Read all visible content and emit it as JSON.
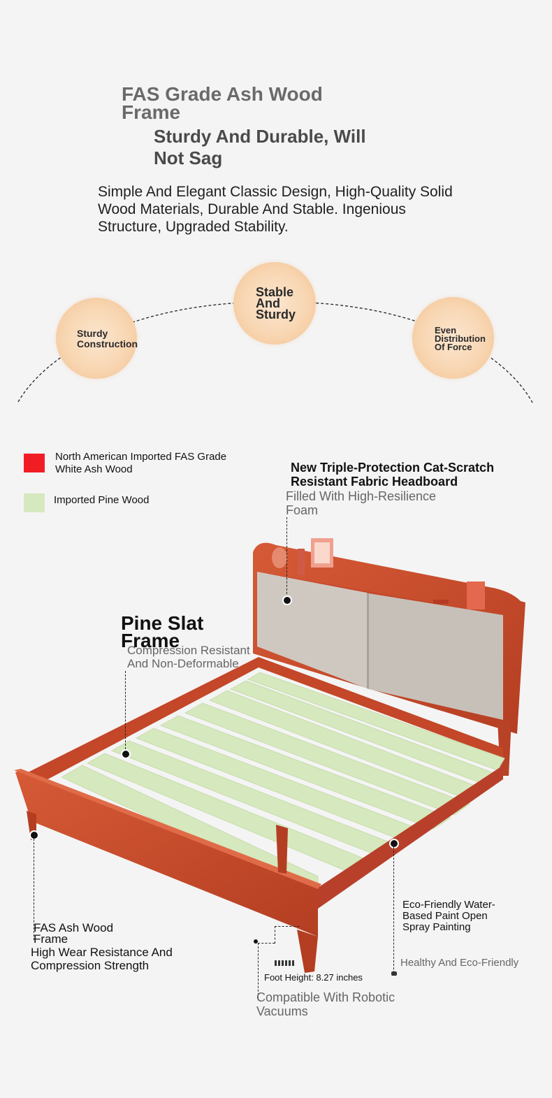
{
  "heading": {
    "line1": "FAS Grade Ash Wood Frame",
    "line2": "Sturdy And Durable, Will Not Sag"
  },
  "description": "Simple And Elegant Classic Design, High-Quality Solid Wood Materials, Durable And Stable. Ingenious Structure, Upgraded Stability.",
  "features": [
    {
      "label": "Sturdy Construction"
    },
    {
      "label": "Stable And Sturdy"
    },
    {
      "label": "Even Distribution Of Force"
    }
  ],
  "legend": [
    {
      "label": "North American Imported FAS Grade White Ash Wood",
      "color": "#f11d25"
    },
    {
      "label": "Imported Pine Wood",
      "color": "#d6e8bd"
    }
  ],
  "callouts": {
    "headboard": {
      "title": "New Triple-Protection Cat-Scratch Resistant Fabric Headboard",
      "subtitle": "Filled With High-Resilience Foam"
    },
    "slats": {
      "title": "Pine Slat Frame",
      "subtitle": "Compression Resistant And Non-Deformable"
    },
    "frame": {
      "title": "FAS Ash Wood Frame",
      "subtitle": "High Wear Resistance And Compression Strength"
    },
    "paint": {
      "title": "Eco-Friendly Water-Based Paint Open Spray Painting",
      "subtitle": "Healthy And Eco-Friendly"
    },
    "foot": {
      "measure": "Foot Height: 8.27 inches",
      "subtitle": "Compatible With Robotic Vacuums"
    }
  },
  "colors": {
    "wood": "#c9492a",
    "slat": "#d6e8bd",
    "headboard_fabric": "#cfc8c1",
    "circle": "#f8d6b2"
  }
}
